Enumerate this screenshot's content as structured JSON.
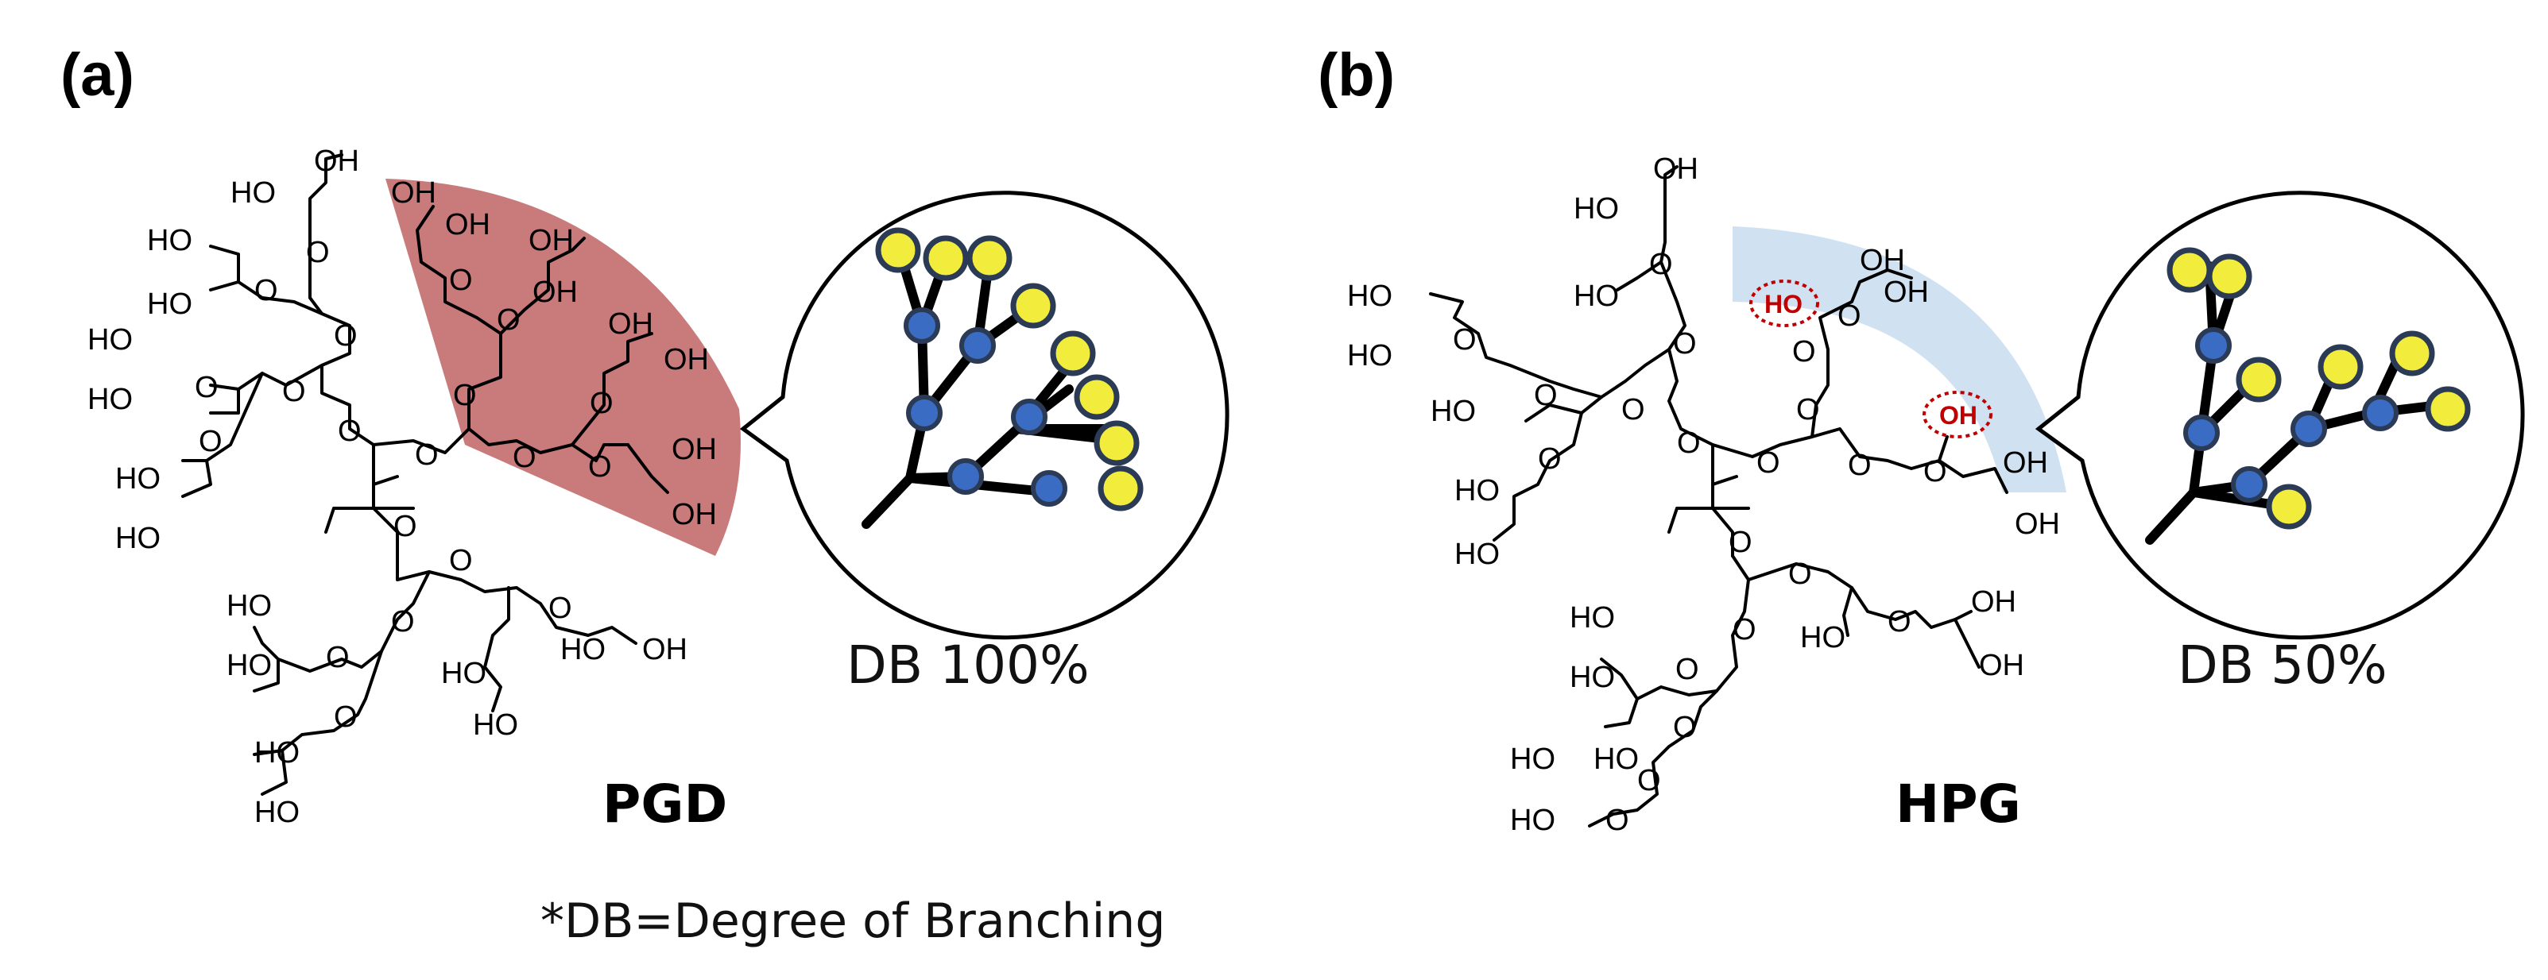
{
  "panels": [
    {
      "label": "(a)",
      "name": "PGD",
      "db_label": "DB 100%",
      "highlight_color": "#c97a7a"
    },
    {
      "label": "(b)",
      "name": "HPG",
      "db_label": "DB 50%",
      "highlight_color": "#c8dcf0",
      "marked_groups": [
        "HO",
        "OH"
      ],
      "marker_color": "#c00000"
    }
  ],
  "footnote": "*DB=Degree of Branching",
  "atoms": {
    "oh": "OH",
    "ho": "HO",
    "o": "O"
  },
  "node_colors": {
    "branch": "#3b6cc4",
    "terminal": "#f2ec3c"
  }
}
